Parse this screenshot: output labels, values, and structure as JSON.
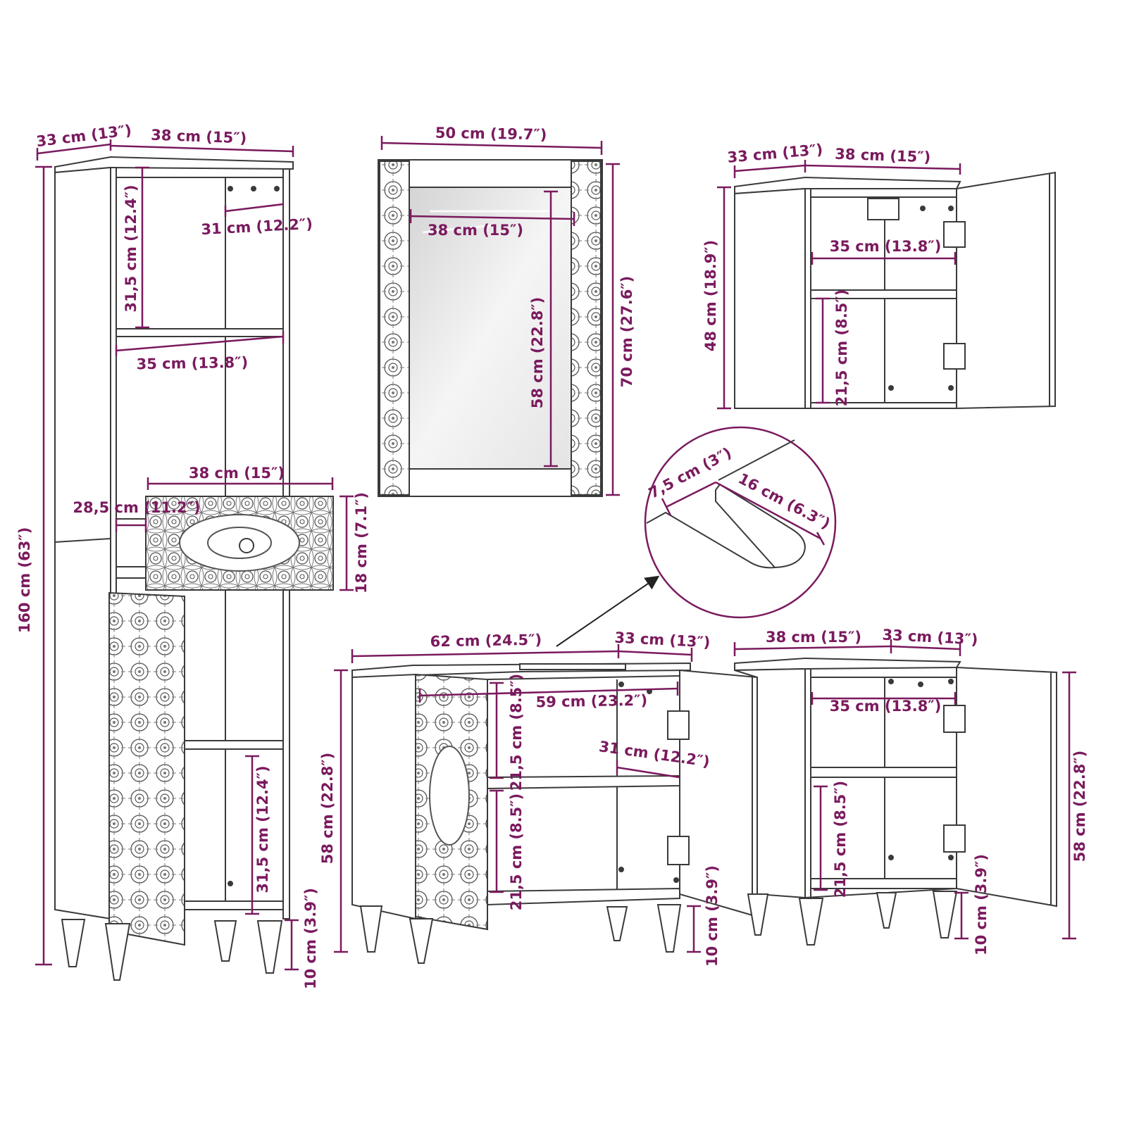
{
  "colors": {
    "dimension": "#7a1a5e",
    "line_art": "#3a3a3a",
    "background": "#ffffff"
  },
  "tall_cabinet": {
    "depth": "33 cm (13″)",
    "width": "38 cm (15″)",
    "top_shelf_height": "31,5 cm (12.4″)",
    "top_shelf_depth": "31 cm (12.2″)",
    "inner_width": "35 cm (13.8″)",
    "drawer_width": "38 cm (15″)",
    "drawer_depth": "28,5 cm (11.2″)",
    "drawer_height": "18 cm (7.1″)",
    "total_height": "160 cm (63″)",
    "bottom_shelf_height": "31,5 cm (12.4″)",
    "leg_height": "10 cm (3.9″)"
  },
  "mirror": {
    "outer_width": "50 cm (19.7″)",
    "glass_width": "38 cm (15″)",
    "glass_height": "58 cm (22.8″)",
    "outer_height": "70 cm (27.6″)"
  },
  "wall_cabinet": {
    "depth": "33 cm (13″)",
    "width": "38 cm (15″)",
    "inner_width": "35 cm (13.8″)",
    "height": "48 cm (18.9″)",
    "shelf_height": "21,5 cm (8.5″)"
  },
  "handle_detail": {
    "height": "7,5 cm (3″)",
    "length": "16 cm (6.3″)"
  },
  "sink_cabinet": {
    "width": "62 cm (24.5″)",
    "depth": "33 cm (13″)",
    "inner_width": "59 cm (23.2″)",
    "shelf_depth": "31 cm (12.2″)",
    "upper_height": "21,5 cm (8.5″)",
    "lower_height": "21,5 cm (8.5″)",
    "height": "58 cm (22.8″)",
    "leg_height": "10 cm (3.9″)"
  },
  "small_cabinet": {
    "width": "38 cm (15″)",
    "depth": "33 cm (13″)",
    "inner_width": "35 cm (13.8″)",
    "shelf_height": "21,5 cm (8.5″)",
    "height": "58 cm (22.8″)",
    "leg_height": "10 cm (3.9″)"
  }
}
